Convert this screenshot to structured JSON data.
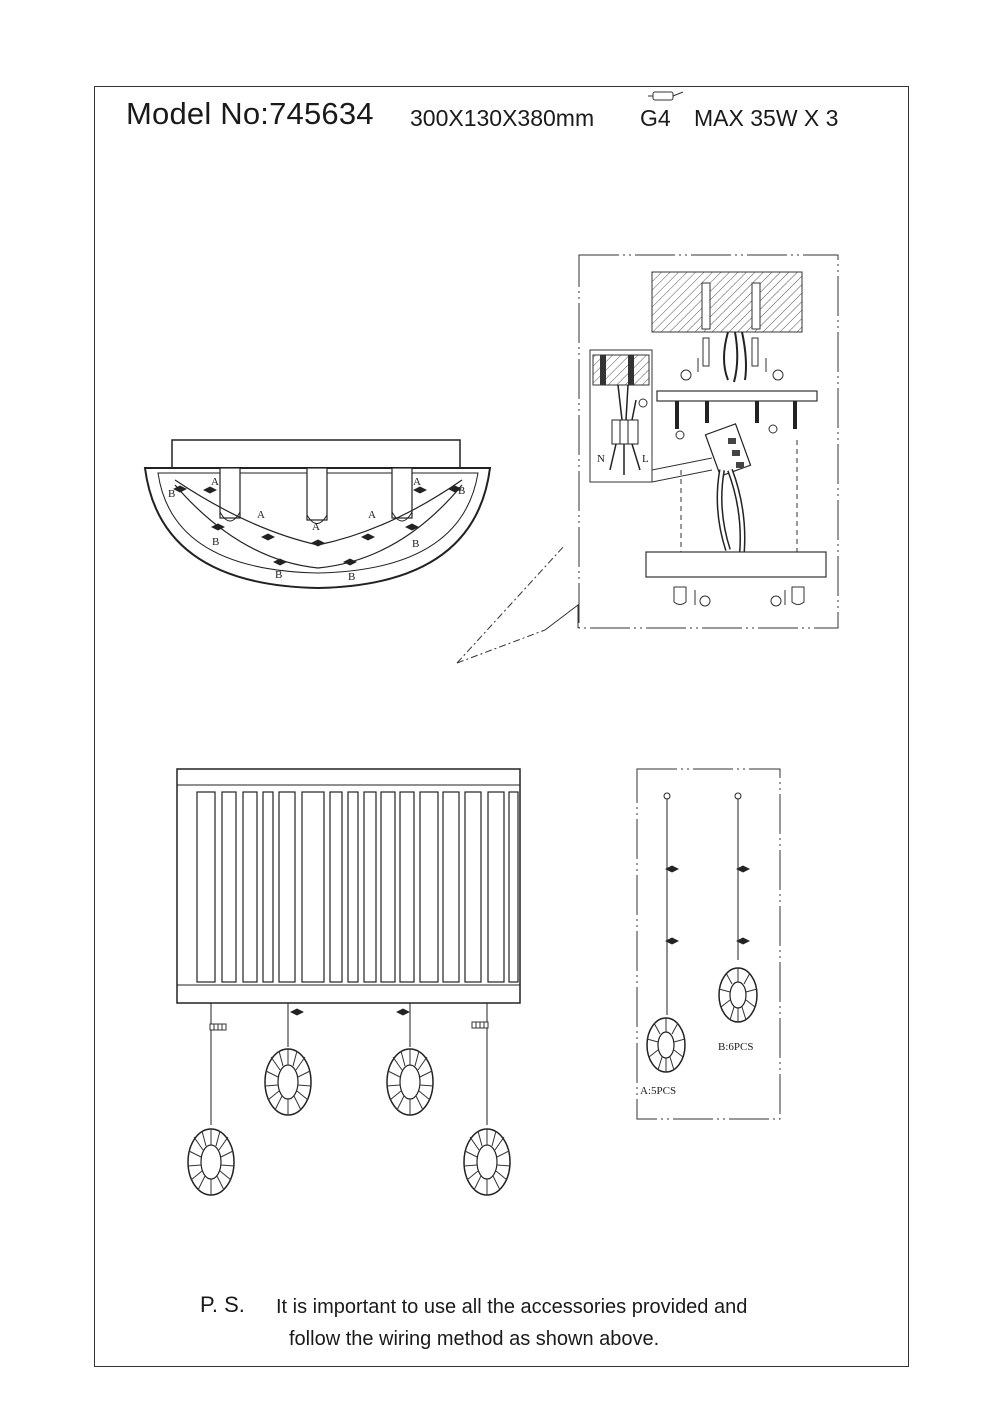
{
  "header": {
    "model": "Model No:745634",
    "dimensions": "300X130X380mm",
    "lamp_type": "G4",
    "max_power": "MAX 35W X 3"
  },
  "labels": {
    "crystal_a": "A",
    "crystal_b": "B",
    "terminal_n": "N",
    "terminal_l": "L",
    "pack_a": "A:5PCS",
    "pack_b": "B:6PCS"
  },
  "footer": {
    "ps": "P. S.",
    "note_line1": "It is important to use all the accessories provided and",
    "note_line2": "follow the wiring method as shown above."
  },
  "icons": [
    "bulb-icon",
    "screw-icon",
    "crystal-drop-icon",
    "ceiling-hatch-icon"
  ]
}
